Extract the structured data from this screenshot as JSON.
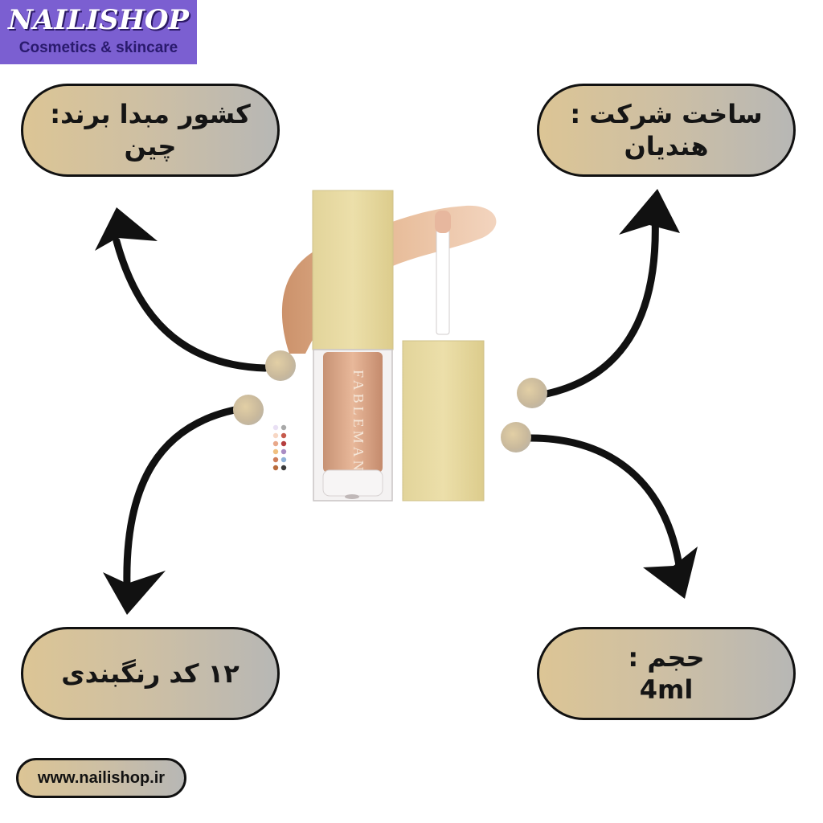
{
  "brand": {
    "name": "NAILISHOP",
    "tagline": "Cosmetics & skincare",
    "colors": {
      "background": "#7b5fd1",
      "text": "#ffffff",
      "tagline": "#2a1a6e"
    }
  },
  "product": {
    "bottle_text": "FABLEMAN",
    "icon": "lip-gloss-product-icon",
    "swatch_colors": [
      "#e9e0f4",
      "#a9a9a9",
      "#f7d7c4",
      "#c65a4c",
      "#e8a88a",
      "#b53e3e",
      "#f0c080",
      "#a98cc4",
      "#cf7d5a",
      "#8fb2d8",
      "#b86b3d",
      "#3a3a3a"
    ]
  },
  "info": {
    "origin": {
      "label": "کشور مبدا برند:",
      "value": "چین"
    },
    "manufacturer": {
      "label": "ساخت شرکت :",
      "value": "هندیان"
    },
    "colors": {
      "label": "۱۲ کد رنگبندی"
    },
    "volume": {
      "label": "حجم :",
      "value": "4ml"
    }
  },
  "website": "www.nailishop.ir",
  "theme": {
    "pill_gradient": [
      "#dcc595",
      "#b7b7b5"
    ],
    "outline": "#111111"
  }
}
